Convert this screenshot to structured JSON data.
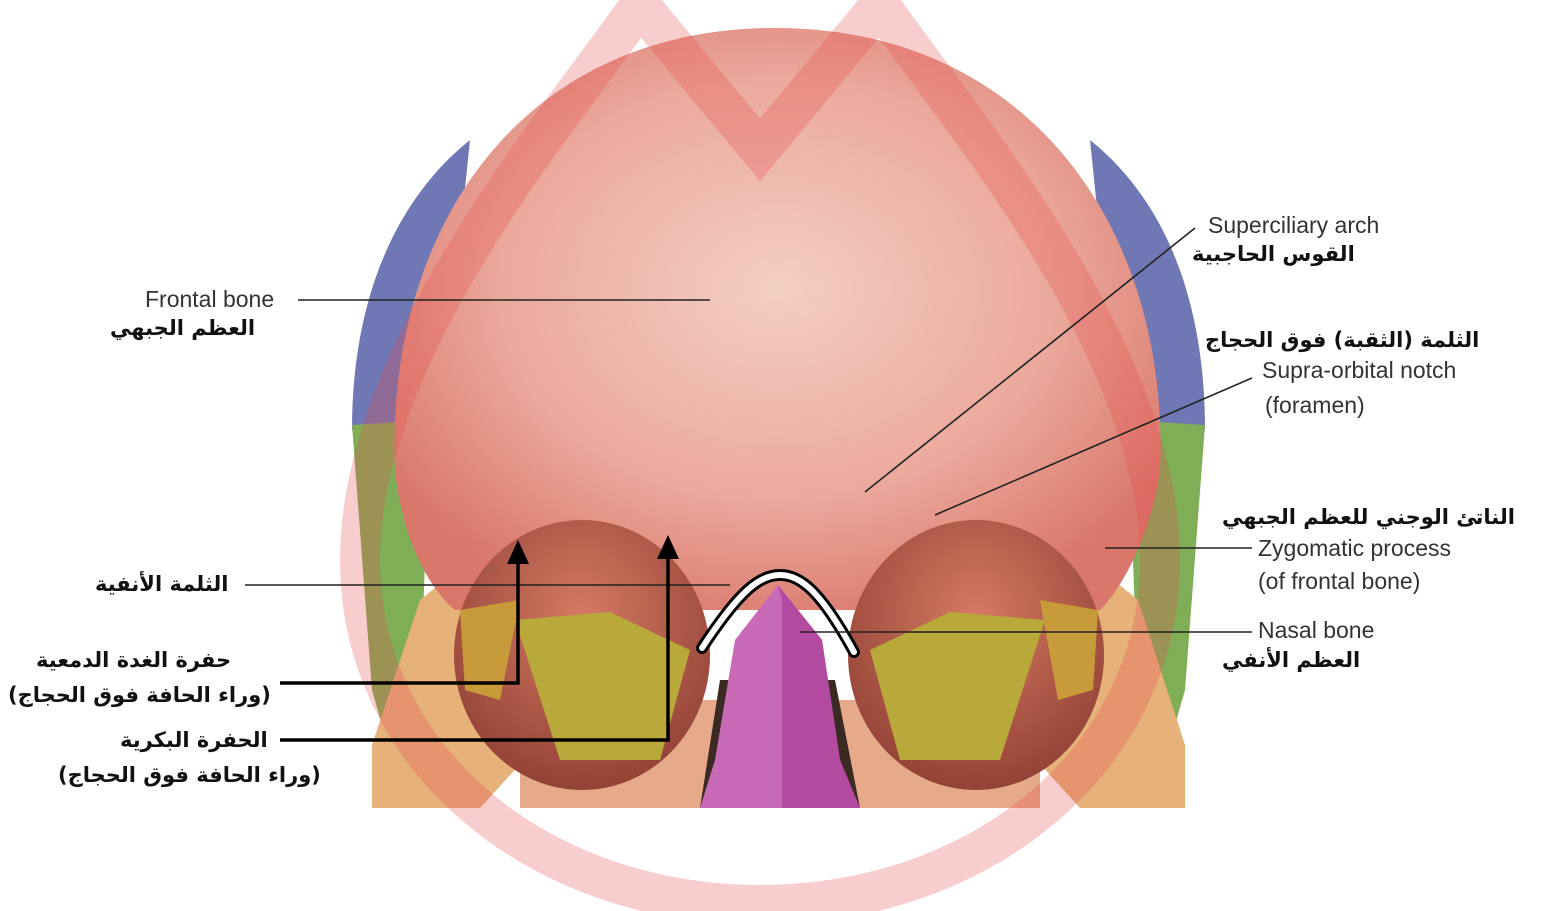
{
  "colors": {
    "frontal_bone": "#e8a79a",
    "parietal_bone": "#6f78b5",
    "sphenoid_bone": "#7fae57",
    "zygomatic_bone": "#e7b17a",
    "maxilla": "#e6a98a",
    "nasal_bone": "#b24aa0",
    "ethmoid_bone": "#b8a93a",
    "lacrimal_bone": "#c79a3a",
    "orbit_shadow": "#b45b4c",
    "watermark": "#e74a4a",
    "leader_line": "#222222"
  },
  "labels": {
    "superciliary_arch_en": "Superciliary arch",
    "superciliary_arch_ar": "القوس الحاجبية",
    "frontal_bone_en": "Frontal bone",
    "frontal_bone_ar": "العظم الجبهي",
    "supraorbital_ar": "الثلمة (الثقبة) فوق الحجاج",
    "supraorbital_en_1": "Supra-orbital notch",
    "supraorbital_en_2": "(foramen)",
    "zygomatic_ar": "الناتئ الوجني للعظم الجبهي",
    "zygomatic_en_1": "Zygomatic process",
    "zygomatic_en_2": "(of frontal bone)",
    "nasal_notch_ar": "الثلمة الأنفية",
    "nasal_bone_en": "Nasal bone",
    "nasal_bone_ar": "العظم الأنفي",
    "lacrimal_fossa_ar_1": "حفرة الغدة الدمعية",
    "lacrimal_fossa_ar_2": "(وراء الحافة فوق الحجاج)",
    "trochlear_fovea_ar_1": "الحفرة البكرية",
    "trochlear_fovea_ar_2": "(وراء الحافة فوق الحجاج)"
  }
}
